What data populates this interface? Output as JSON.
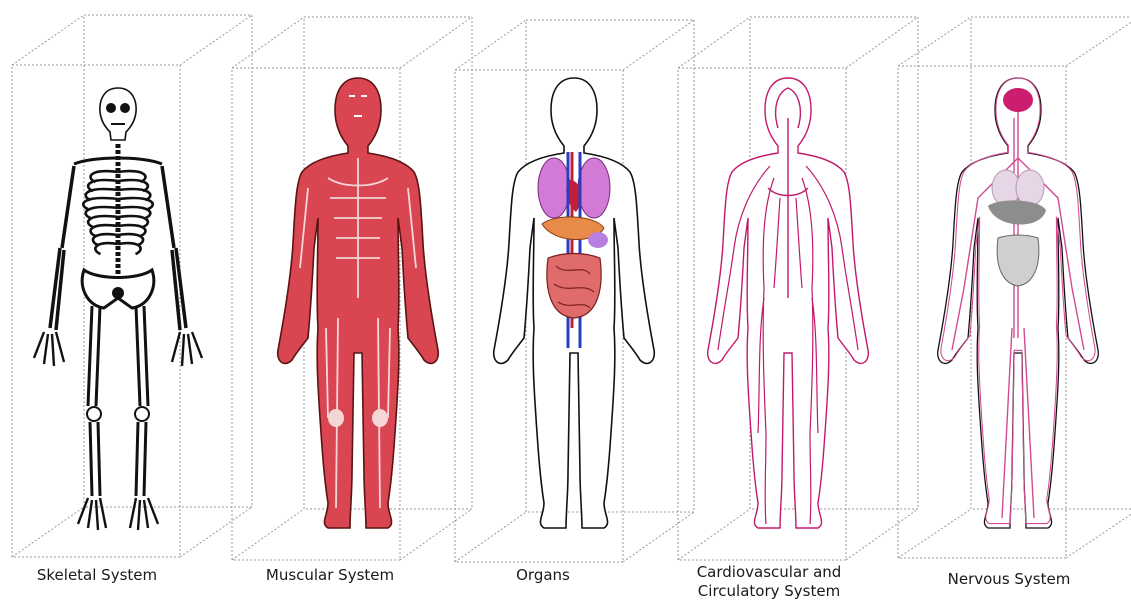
{
  "panels": [
    {
      "label_lines": [
        "Skeletal System"
      ],
      "figure": "skeleton-figure"
    },
    {
      "label_lines": [
        "Muscular System"
      ],
      "figure": "muscle-figure"
    },
    {
      "label_lines": [
        "Organs"
      ],
      "figure": "organs-figure"
    },
    {
      "label_lines": [
        "Cardiovascular and",
        "Circulatory System"
      ],
      "figure": "circulatory-figure"
    },
    {
      "label_lines": [
        "Nervous System"
      ],
      "figure": "nervous-figure"
    }
  ],
  "colors": {
    "box_line": "#9a9a9a",
    "outline": "#111111",
    "muscle": "#d94550",
    "vessel": "#c2186b",
    "nerve": "#d24b93",
    "brain": "#cc1e6e",
    "organ_gray": "#8d8d8d"
  }
}
